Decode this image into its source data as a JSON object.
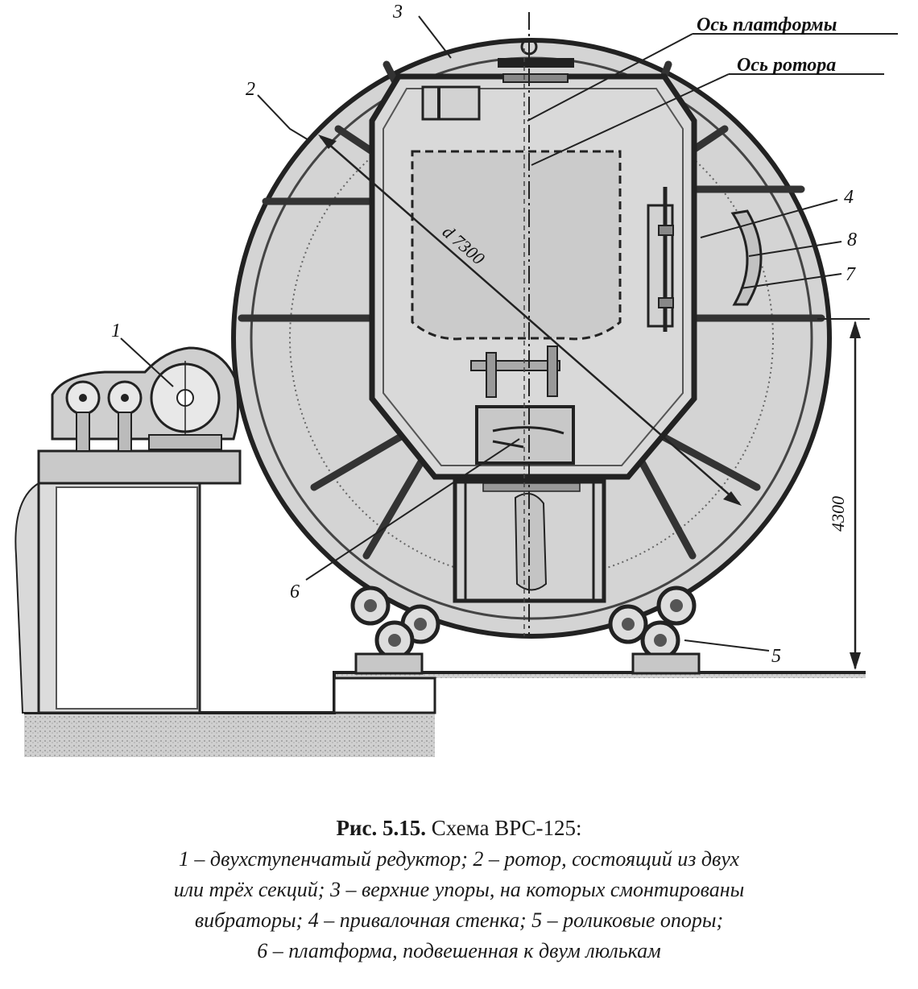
{
  "labels": {
    "n1": "1",
    "n2": "2",
    "n3": "3",
    "n4": "4",
    "n5": "5",
    "n6": "6",
    "n7": "7",
    "n8": "8",
    "platform_axis": "Ось платформы",
    "rotor_axis": "Ось ротора",
    "diameter": "d 7300",
    "height": "4300"
  },
  "caption": {
    "number": "Рис. 5.15.",
    "title": "Схема ВРС-125:",
    "lines": [
      "1 – двухступенчатый редуктор; 2 – ротор, состоящий из двух",
      "или трёх секций; 3 – верхние упоры, на которых смонтированы",
      "вибраторы; 4 – привалочная стенка; 5 – роликовые опоры;",
      "6 – платформа, подвешенная к двум люлькам"
    ]
  },
  "colors": {
    "ink": "#222222",
    "fill": "#d4d4d4",
    "fill_dark": "#bdbdbd",
    "ground": "#c8c8c8"
  }
}
